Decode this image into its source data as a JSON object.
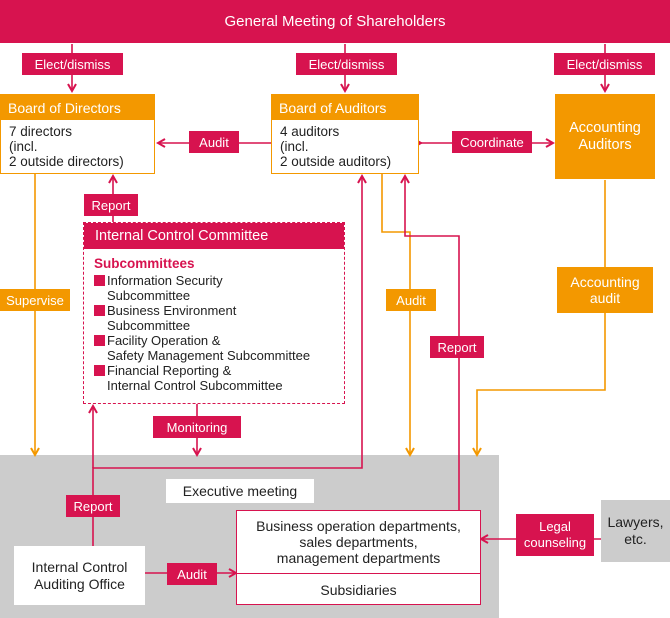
{
  "top_bar": {
    "title": "General Meeting of Shareholders"
  },
  "elect_labels": [
    "Elect/dismiss",
    "Elect/dismiss",
    "Elect/dismiss"
  ],
  "board_of_directors": {
    "title": "Board of Directors",
    "lines": [
      "7 directors",
      "(incl.",
      "2 outside directors)"
    ]
  },
  "board_of_auditors": {
    "title": "Board of Auditors",
    "lines": [
      "4 auditors",
      "(incl.",
      "2 outside auditors)"
    ]
  },
  "accounting_auditors": {
    "lines": [
      "Accounting",
      "Auditors"
    ]
  },
  "internal_control_committee": {
    "title": "Internal Control Committee",
    "subtitle": "Subcommittees",
    "items": [
      [
        "Information Security",
        "Subcommittee"
      ],
      [
        "Business Environment",
        "Subcommittee"
      ],
      [
        "Facility Operation &",
        "Safety Management Subcommittee"
      ],
      [
        "Financial Reporting &",
        "Internal Control Subcommittee"
      ]
    ]
  },
  "arrow_labels": {
    "audit_top": "Audit",
    "coordinate": "Coordinate",
    "report_committee": "Report",
    "supervise": "Supervise",
    "audit_orange": "Audit",
    "accounting_audit": [
      "Accounting",
      "audit"
    ],
    "report_right": "Report",
    "monitoring": "Monitoring",
    "report_office": "Report",
    "audit_office": "Audit",
    "legal_counseling": [
      "Legal",
      "counseling"
    ]
  },
  "executive_meeting": "Executive meeting",
  "business_departments": {
    "lines": [
      "Business operation departments,",
      "sales departments,",
      "management departments"
    ],
    "subsidiaries": "Subsidiaries"
  },
  "internal_control_auditing_office": [
    "Internal Control",
    "Auditing Office"
  ],
  "lawyers": [
    "Lawyers,",
    "etc."
  ],
  "colors": {
    "pink": "#d7134f",
    "orange": "#f39800",
    "grey": "#cccccc"
  }
}
